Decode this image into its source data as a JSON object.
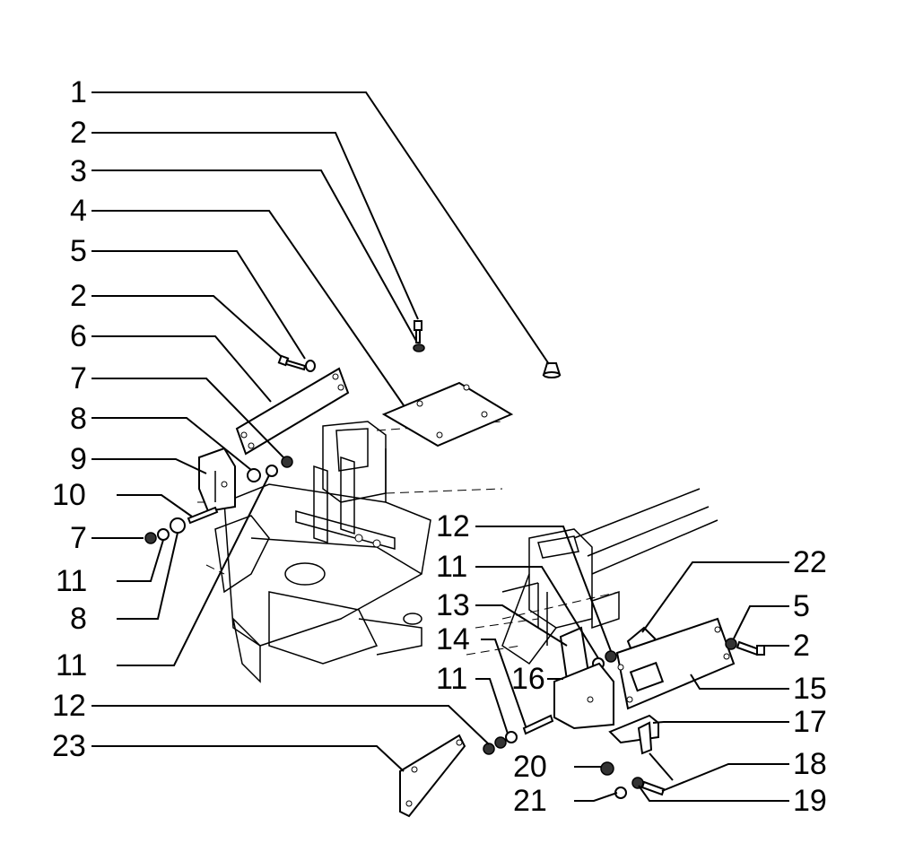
{
  "diagram": {
    "callouts": [
      {
        "id": "c1",
        "label": "1"
      },
      {
        "id": "c2a",
        "label": "2"
      },
      {
        "id": "c3",
        "label": "3"
      },
      {
        "id": "c4",
        "label": "4"
      },
      {
        "id": "c5a",
        "label": "5"
      },
      {
        "id": "c2b",
        "label": "2"
      },
      {
        "id": "c6",
        "label": "6"
      },
      {
        "id": "c7a",
        "label": "7"
      },
      {
        "id": "c8a",
        "label": "8"
      },
      {
        "id": "c9",
        "label": "9"
      },
      {
        "id": "c10",
        "label": "10"
      },
      {
        "id": "c7b",
        "label": "7"
      },
      {
        "id": "c11a",
        "label": "11"
      },
      {
        "id": "c8b",
        "label": "8"
      },
      {
        "id": "c11b",
        "label": "11"
      },
      {
        "id": "c12a",
        "label": "12"
      },
      {
        "id": "c11c",
        "label": "11"
      },
      {
        "id": "c13",
        "label": "13"
      },
      {
        "id": "c14",
        "label": "14"
      },
      {
        "id": "c11d",
        "label": "11"
      },
      {
        "id": "c16",
        "label": "16"
      },
      {
        "id": "c12b",
        "label": "12"
      },
      {
        "id": "c23",
        "label": "23"
      },
      {
        "id": "c20",
        "label": "20"
      },
      {
        "id": "c21",
        "label": "21"
      },
      {
        "id": "c22",
        "label": "22"
      },
      {
        "id": "c5b",
        "label": "5"
      },
      {
        "id": "c2c",
        "label": "2"
      },
      {
        "id": "c15",
        "label": "15"
      },
      {
        "id": "c17",
        "label": "17"
      },
      {
        "id": "c18",
        "label": "18"
      },
      {
        "id": "c19",
        "label": "19"
      }
    ]
  }
}
